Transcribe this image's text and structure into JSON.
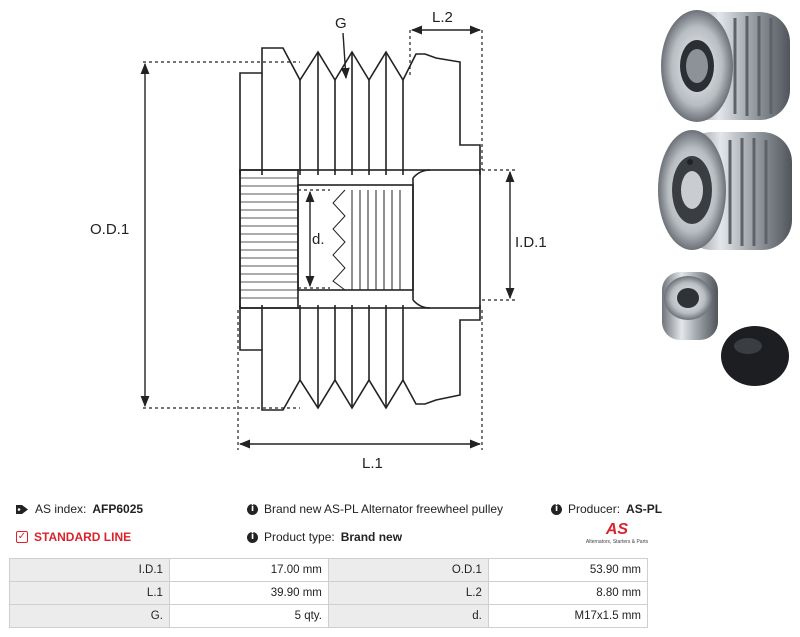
{
  "drawing": {
    "labels": {
      "od": "O.D.1",
      "id": "I.D.1",
      "l1": "L.1",
      "l2": "L.2",
      "g": "G",
      "d": "d."
    }
  },
  "info": {
    "as_index_label": "AS index:",
    "as_index_value": "AFP6025",
    "line_label": "STANDARD LINE",
    "description": "Brand new AS-PL Alternator freewheel pulley",
    "product_type_label": "Product type:",
    "product_type_value": "Brand new",
    "producer_label": "Producer:",
    "producer_value": "AS-PL"
  },
  "logo": {
    "mark": "AS",
    "tagline": "Alternators, Starters & Parts"
  },
  "specs": [
    [
      {
        "k": "I.D.1",
        "v": "17.00 mm"
      },
      {
        "k": "O.D.1",
        "v": "53.90 mm"
      }
    ],
    [
      {
        "k": "L.1",
        "v": "39.90 mm"
      },
      {
        "k": "L.2",
        "v": "8.80 mm"
      }
    ],
    [
      {
        "k": "G.",
        "v": "5 qty."
      },
      {
        "k": "d.",
        "v": "M17x1.5 mm"
      }
    ]
  ],
  "colors": {
    "accent": "#d9232d",
    "table_key_bg": "#ececec",
    "line": "#222222"
  },
  "icons": [
    "tag-icon",
    "info-icon",
    "check-square-icon"
  ]
}
